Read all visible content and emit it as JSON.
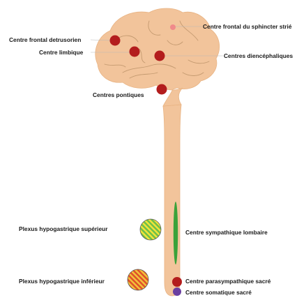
{
  "labels": {
    "centre_frontal_sphincter": "Centre frontal du sphincter strié",
    "centre_frontal_detrusorien": "Centre frontal detrusorien",
    "centre_limbique": "Centre limbique",
    "centres_diencephaliques": "Centres diencéphaliques",
    "centres_pontiques": "Centres pontiques",
    "plexus_superieur": "Plexus hypogastrique supérieur",
    "centre_sympathique": "Centre sympathique lombaire",
    "plexus_inferieur": "Plexus hypogastrique inférieur",
    "centre_parasympathique": "Centre parasympathique sacré",
    "centre_somatique": "Centre somatique sacré"
  },
  "colors": {
    "brain": "#f2c49b",
    "brain_outline": "#e8b383",
    "centre_red": "#b31d1d",
    "sphincter_pink": "#f08a8a",
    "sympathetic_green": "#3aa23a",
    "somatic_purple": "#6a3fa0",
    "plexus_upper_stripes": [
      "#6cc04a",
      "#f2e23a"
    ],
    "plexus_lower_stripes": [
      "#e0502a",
      "#f2c23a"
    ]
  }
}
